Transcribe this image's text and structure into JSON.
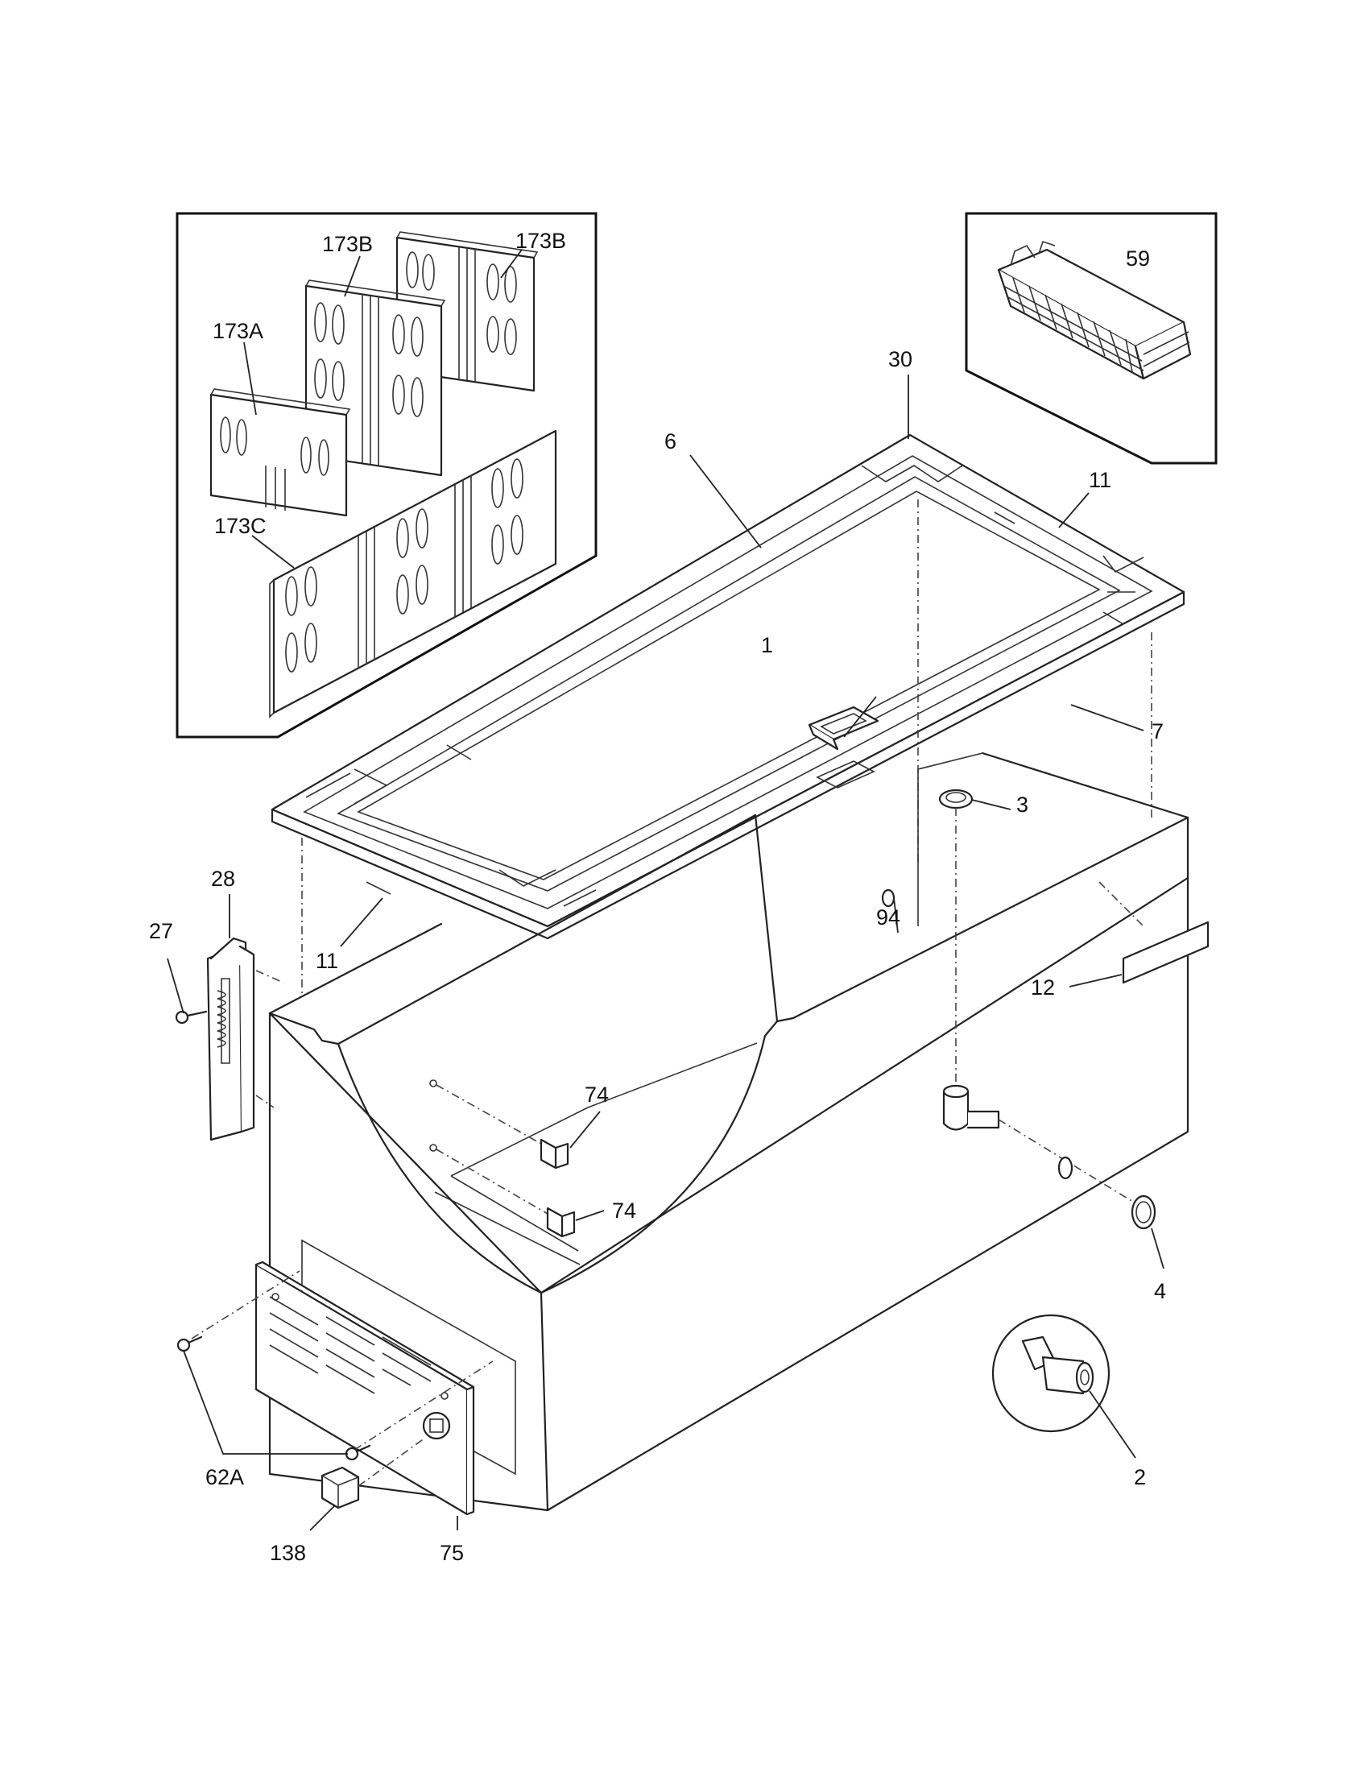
{
  "callouts": [
    {
      "id": "173B-left",
      "text": "173B"
    },
    {
      "id": "173B-right",
      "text": "173B"
    },
    {
      "id": "173A",
      "text": "173A"
    },
    {
      "id": "173C",
      "text": "173C"
    },
    {
      "id": "59",
      "text": "59"
    },
    {
      "id": "30",
      "text": "30"
    },
    {
      "id": "6",
      "text": "6"
    },
    {
      "id": "11-top",
      "text": "11"
    },
    {
      "id": "1",
      "text": "1"
    },
    {
      "id": "7",
      "text": "7"
    },
    {
      "id": "3",
      "text": "3"
    },
    {
      "id": "94",
      "text": "94"
    },
    {
      "id": "28",
      "text": "28"
    },
    {
      "id": "27",
      "text": "27"
    },
    {
      "id": "11-bottom",
      "text": "11"
    },
    {
      "id": "12",
      "text": "12"
    },
    {
      "id": "74-upper",
      "text": "74"
    },
    {
      "id": "74-lower",
      "text": "74"
    },
    {
      "id": "4",
      "text": "4"
    },
    {
      "id": "2",
      "text": "2"
    },
    {
      "id": "62A",
      "text": "62A"
    },
    {
      "id": "138",
      "text": "138"
    },
    {
      "id": "75",
      "text": "75"
    }
  ]
}
